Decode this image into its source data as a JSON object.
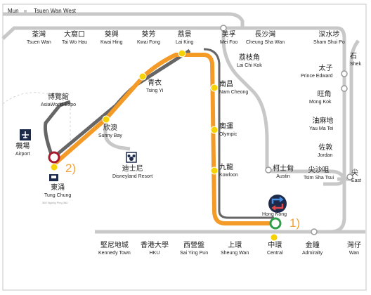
{
  "colors": {
    "tung_chung_line": "#f39a27",
    "airport_express": "#666666",
    "other_lines": "#c8c8c8",
    "station_yellow": "#f6d200",
    "station_red": "#a8192e",
    "station_green": "#2e9e4a",
    "marker": "#f2a23a",
    "poi_icon": "#1e2a4a"
  },
  "top_labels": {
    "mun": "Mun",
    "tsuen_wan_west": "Tsuen Wan West"
  },
  "stations": {
    "tsuen_wan": {
      "zh": "荃灣",
      "en": "Tsuen Wan"
    },
    "tai_wo_hau": {
      "zh": "大窩口",
      "en": "Tai Wo Hau"
    },
    "kwai_hing": {
      "zh": "葵興",
      "en": "Kwai Hing"
    },
    "kwai_fong": {
      "zh": "葵芳",
      "en": "Kwai Fong"
    },
    "lai_king": {
      "zh": "荔景",
      "en": "Lai King"
    },
    "mei_foo": {
      "zh": "美孚",
      "en": "Mei Foo"
    },
    "cheung_sha_wan": {
      "zh": "長沙灣",
      "en": "Cheung Sha Wan"
    },
    "sham_shui_po": {
      "zh": "深水埗",
      "en": "Sham Shui Po"
    },
    "lai_chi_kok": {
      "zh": "荔枝角",
      "en": "Lai Chi Kok"
    },
    "prince_edward": {
      "zh": "太子",
      "en": "Prince Edward"
    },
    "mong_kok": {
      "zh": "旺角",
      "en": "Mong Kok"
    },
    "yau_ma_tei": {
      "zh": "油麻地",
      "en": "Yau Ma Tei"
    },
    "jordan": {
      "zh": "佐敦",
      "en": "Jordan"
    },
    "tsim_sha_tsui": {
      "zh": "尖沙咀",
      "en": "Tsim Sha Tsui"
    },
    "nam_cheong": {
      "zh": "南昌",
      "en": "Nam Cheong"
    },
    "olympic": {
      "zh": "奧運",
      "en": "Olympic"
    },
    "kowloon": {
      "zh": "九龍",
      "en": "Kowloon"
    },
    "austin": {
      "zh": "柯士甸",
      "en": "Austin"
    },
    "tsing_yi": {
      "zh": "青衣",
      "en": "Tsing Yi"
    },
    "sunny_bay": {
      "zh": "欣澳",
      "en": "Sunny Bay"
    },
    "asiaworld_expo": {
      "zh": "博覽館",
      "en": "AsiaWorld-Expo"
    },
    "airport": {
      "zh": "機場",
      "en": "Airport"
    },
    "tung_chung": {
      "zh": "東涌",
      "en": "Tung Chung"
    },
    "tung_chung_sub": "360 Ngong Ping 360",
    "disneyland_resort": {
      "zh": "迪士尼",
      "en": "Disneyland Resort"
    },
    "kennedy_town": {
      "zh": "堅尼地城",
      "en": "Kennedy Town"
    },
    "hku": {
      "zh": "香港大學",
      "en": "HKU"
    },
    "sai_ying_pun": {
      "zh": "西營盤",
      "en": "Sai Ying Pun"
    },
    "sheung_wan": {
      "zh": "上環",
      "en": "Sheung Wan"
    },
    "central": {
      "zh": "中環",
      "en": "Central"
    },
    "admiralty": {
      "zh": "金鐘",
      "en": "Admiralty"
    },
    "wan_chai": {
      "zh": "灣仔",
      "en": "Wan"
    },
    "hong_kong": {
      "en": "Hong Kong"
    },
    "sheung_partial": {
      "zh": "石",
      "en": "Shek"
    },
    "east_partial": {
      "zh": "尖",
      "en": "East"
    }
  },
  "markers": {
    "one": "1)",
    "two": "2)"
  },
  "icons": {
    "airport": "airplane-icon",
    "disney": "mickey-icon",
    "interchange": "interchange-arrows-icon"
  }
}
